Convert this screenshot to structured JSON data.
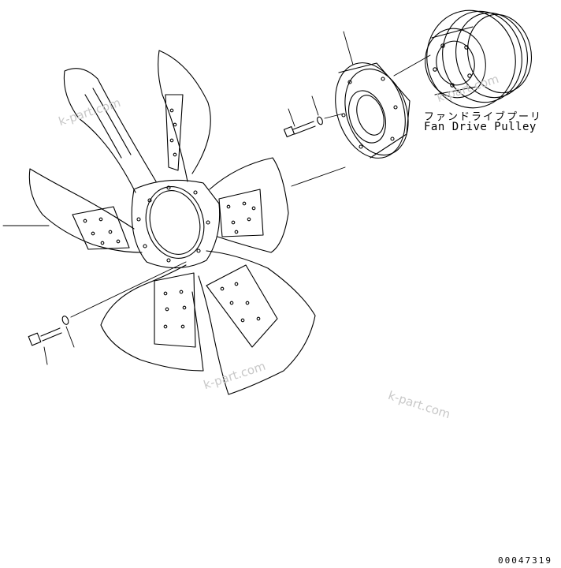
{
  "pulley_label": {
    "japanese": "ファンドライブプーリ",
    "english": "Fan Drive Pulley"
  },
  "drawing_number": "00047319",
  "watermarks": [
    "k-part.com",
    "k-part.com",
    "k-part.com",
    "k-part.com"
  ],
  "colors": {
    "line": "#000000",
    "background": "#ffffff",
    "watermark": "#c8c8c8"
  }
}
